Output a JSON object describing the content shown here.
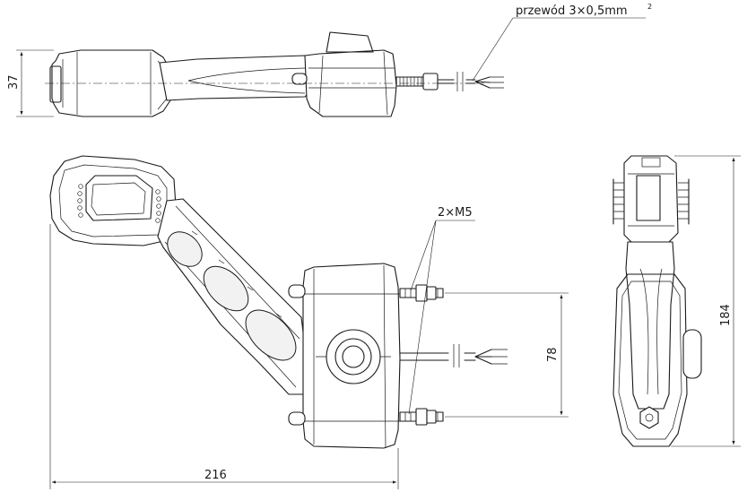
{
  "labels": {
    "wire": "przewód 3×0,5mm",
    "wire_sup": "2",
    "screws": "2×M5"
  },
  "dimensions": {
    "height_top": "37",
    "width_front": "216",
    "bolt_spacing": "78",
    "height_side": "184"
  }
}
